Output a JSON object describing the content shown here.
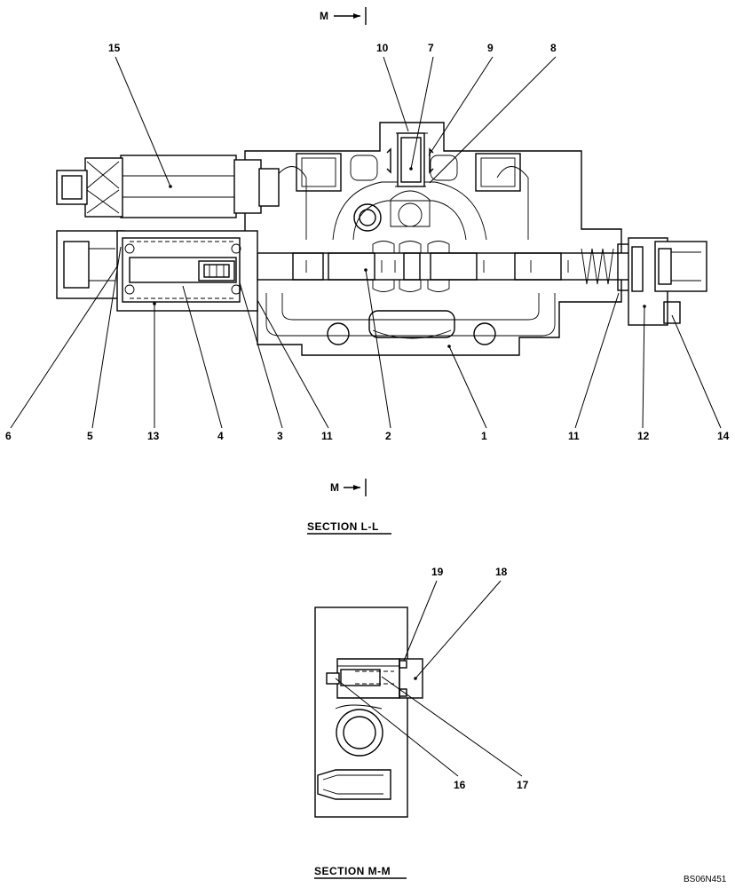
{
  "drawing_code": "BS06N451",
  "section_marker": {
    "letter": "M"
  },
  "captions": {
    "section_l": "SECTION  L-L",
    "section_m": "SECTION  M-M"
  },
  "callouts_upper": [
    "15",
    "10",
    "7",
    "9",
    "8",
    "6",
    "5",
    "13",
    "4",
    "3",
    "11",
    "2",
    "1",
    "11",
    "12",
    "14"
  ],
  "callouts_lower": [
    "19",
    "18",
    "16",
    "17"
  ]
}
